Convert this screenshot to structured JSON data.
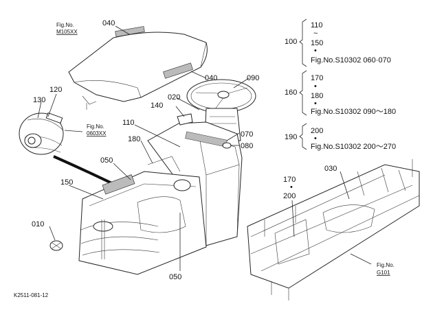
{
  "callouts": {
    "p040_top": "040",
    "p040_right": "040",
    "p090": "090",
    "p120": "120",
    "p130": "130",
    "p020": "020",
    "p140": "140",
    "p110": "110",
    "p070": "070",
    "p080": "080",
    "p180": "180",
    "p050_left": "050",
    "p050_bottom": "050",
    "p150": "150",
    "p010": "010",
    "p030": "030",
    "p170": "170",
    "p200": "200",
    "dot1": "•"
  },
  "fig_refs": {
    "m105_label": "Fig.No.",
    "m105_num": "M105XX",
    "f0603_label": "Fig.No.",
    "f0603_num": "0603XX",
    "g101_label": "Fig.No.",
    "g101_num": "G101"
  },
  "groups": [
    {
      "id": "100",
      "top": "110",
      "sep": "~",
      "bottom": "150",
      "dot": "•",
      "ref": "Fig.No.S10302  060·070"
    },
    {
      "id": "160",
      "top": "170",
      "sep": "•",
      "bottom": "180",
      "dot": "•",
      "ref": "Fig.No.S10302  090～180"
    },
    {
      "id": "190",
      "top": "200",
      "dot": "•",
      "ref": "Fig.No.S10302  200～270"
    }
  ],
  "footer": {
    "code": "K2511-081-12"
  }
}
